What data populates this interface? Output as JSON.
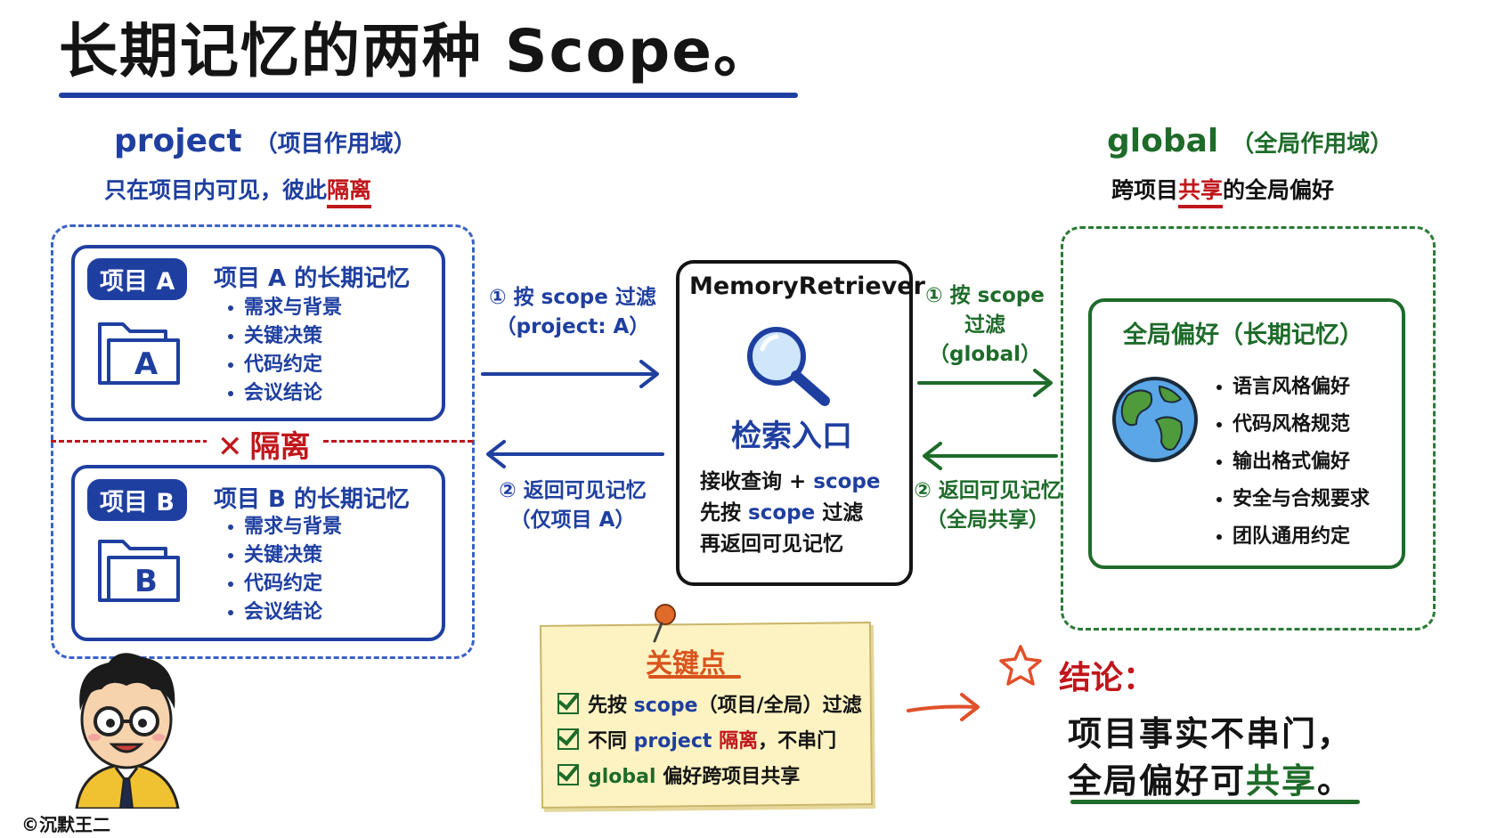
{
  "title": "长期记忆的两种 Scope。",
  "project": {
    "name": "project",
    "paren": "（项目作用域）",
    "subtitle_pre": "只在项目内可见，彼此",
    "subtitle_highlight": "隔离",
    "box_a": {
      "tag": "项目 A",
      "heading": "项目 A 的长期记忆",
      "folder_letter": "A",
      "items": [
        "需求与背景",
        "关键决策",
        "代码约定",
        "会议结论"
      ]
    },
    "isolation_label": "隔离",
    "box_b": {
      "tag": "项目 B",
      "heading": "项目 B 的长期记忆",
      "folder_letter": "B",
      "items": [
        "需求与背景",
        "关键决策",
        "代码约定",
        "会议结论"
      ]
    }
  },
  "left_arrows": {
    "to_retriever_l1": "① 按 scope 过滤",
    "to_retriever_l2": "（project: A）",
    "back_l1": "② 返回可见记忆",
    "back_l2": "（仅项目 A）"
  },
  "retriever": {
    "title": "MemoryRetriever",
    "entry_label": "检索入口",
    "desc_l1_pre": "接收查询 + ",
    "desc_l1_scope": "scope",
    "desc_l2_pre": "先按 ",
    "desc_l2_scope": "scope",
    "desc_l2_post": " 过滤",
    "desc_l3": "再返回可见记忆"
  },
  "right_arrows": {
    "to_global_l1": "① 按 scope",
    "to_global_l2": "过滤",
    "to_global_l3": "（global）",
    "back_l1": "② 返回可见记忆",
    "back_l2": "（全局共享）"
  },
  "global": {
    "name": "global",
    "paren": "（全局作用域）",
    "subtitle_pre": "跨项目",
    "subtitle_highlight": "共享",
    "subtitle_post": "的全局偏好",
    "box_title": "全局偏好（长期记忆）",
    "items": [
      "语言风格偏好",
      "代码风格规范",
      "输出格式偏好",
      "安全与合规要求",
      "团队通用约定"
    ]
  },
  "key_points": {
    "title": "关键点",
    "item1_pre": "先按 ",
    "item1_scope": "scope",
    "item1_post": "（项目/全局）过滤",
    "item2_pre": "不同 ",
    "item2_project": "project",
    "item2_red": " 隔离",
    "item2_post": "，不串门",
    "item3_global": "global",
    "item3_post": " 偏好跨项目共享"
  },
  "conclusion": {
    "title": "结论：",
    "line1": "项目事实不串门，",
    "line2_pre": "全局偏好可",
    "line2_highlight": "共享",
    "line2_post": "。"
  },
  "credit": "©沉默王二",
  "colors": {
    "blue": "#1f3fa0",
    "green": "#1e6b2a",
    "red": "#c0161b",
    "orange": "#d9541e",
    "note_bg": "#fdf3c2"
  },
  "icons": [
    "folder-icon",
    "magnifier-icon",
    "globe-icon",
    "pushpin-icon",
    "star-icon",
    "checkbox-icon",
    "cross-icon",
    "avatar"
  ]
}
